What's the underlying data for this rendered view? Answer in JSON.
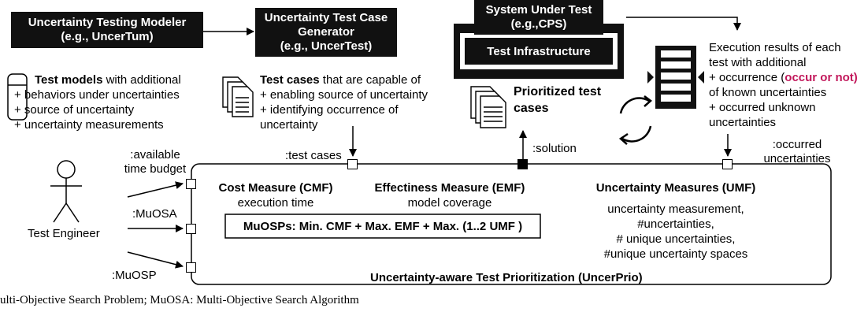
{
  "boxes": {
    "modeler": {
      "line1": "Uncertainty Testing Modeler",
      "line2": "(e.g., UncerTum)"
    },
    "generator": {
      "line1": "Uncertainty Test Case",
      "line2": "Generator",
      "line3": "(e.g., UncerTest)"
    },
    "sut": {
      "line1": "System Under Test",
      "line2": "(e.g.,CPS)"
    },
    "infra": {
      "label": "Test Infrastructure"
    }
  },
  "test_models": {
    "title": "Test models",
    "line1_rest": " with additional",
    "items": [
      "+ behaviors under uncertainties",
      "+ source of uncertainty",
      "+ uncertainty measurements"
    ]
  },
  "test_cases": {
    "title": "Test cases",
    "line1_rest": " that are capable of",
    "items": [
      "+ enabling source of uncertainty",
      "+ identifying occurrence of",
      "uncertainty"
    ]
  },
  "prioritized": {
    "line1": "Prioritized test",
    "line2": "cases"
  },
  "execution": {
    "line1": "Execution results of each",
    "line2": "test with additional",
    "line3_pre": "+ occurrence (",
    "line3_highlight": "occur or not)",
    "line4": "of known uncertainties",
    "line5": "+ occurred unknown",
    "line6": "uncertainties",
    "highlight_color": "#c2185b"
  },
  "ports": {
    "available_budget": {
      "line1": ":available",
      "line2": "time budget"
    },
    "muosa": ":MuOSA",
    "muosp": ":MuOSP",
    "test_cases": ":test cases",
    "solution": ":solution",
    "occurred": {
      "line1": ":occurred",
      "line2": "uncertainties"
    }
  },
  "actor": {
    "label": "Test Engineer"
  },
  "uncerprio": {
    "title": "Uncertainty-aware Test Prioritization (UncerPrio)",
    "cmf": {
      "title": "Cost Measure (CMF)",
      "sub": "execution time"
    },
    "emf": {
      "title": "Effectiness Measure (EMF)",
      "sub": "model coverage"
    },
    "umf": {
      "title": "Uncertainty Measures (UMF)",
      "items": [
        "uncertainty measurement,",
        "#uncertainties,",
        "# unique uncertainties,",
        "#unique uncertainty spaces"
      ]
    },
    "formula": "MuOSPs: Min. CMF + Max. EMF + Max. (1..2 UMF )"
  },
  "caption": "ulti-Objective Search Problem; MuOSA: Multi-Objective Search Algorithm"
}
